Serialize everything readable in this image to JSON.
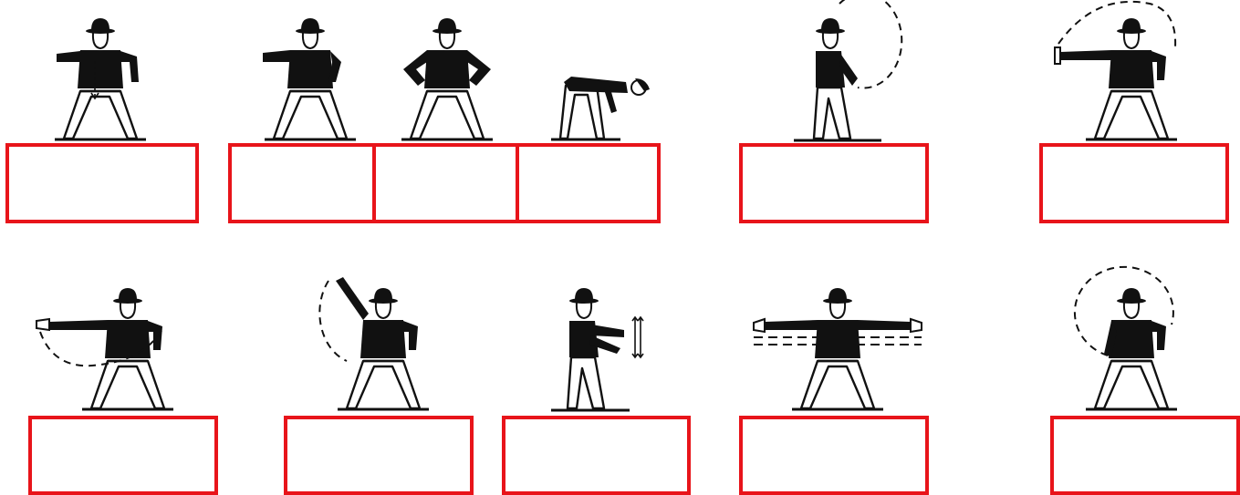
{
  "colors": {
    "figure": "#111111",
    "box_border": "#e8141a",
    "background": "#ffffff"
  },
  "rows": [
    {
      "figures": [
        {
          "name": "signal-figure-1",
          "icon": "signalman-arm-across-chest-icon",
          "answer": ""
        },
        {
          "name": "signal-figure-2",
          "icon": "signalman-arm-bent-forward-icon",
          "answer": ""
        },
        {
          "name": "signal-figure-3",
          "icon": "signalman-hands-on-hips-icon",
          "answer": ""
        },
        {
          "name": "signal-figure-4",
          "icon": "signalman-bending-over-icon",
          "answer": ""
        },
        {
          "name": "signal-figure-5",
          "icon": "signalman-arm-circle-overhead-icon",
          "answer": ""
        },
        {
          "name": "signal-figure-6",
          "icon": "signalman-arm-extended-palm-up-icon",
          "answer": ""
        }
      ]
    },
    {
      "figures": [
        {
          "name": "signal-figure-7",
          "icon": "signalman-arm-swing-down-icon",
          "answer": ""
        },
        {
          "name": "signal-figure-8",
          "icon": "signalman-arm-raised-circle-icon",
          "answer": ""
        },
        {
          "name": "signal-figure-9",
          "icon": "signalman-hands-forward-moving-icon",
          "answer": ""
        },
        {
          "name": "signal-figure-10",
          "icon": "signalman-arms-outstretched-icon",
          "answer": ""
        },
        {
          "name": "signal-figure-11",
          "icon": "signalman-arm-overhead-circle-icon",
          "answer": ""
        }
      ]
    }
  ]
}
